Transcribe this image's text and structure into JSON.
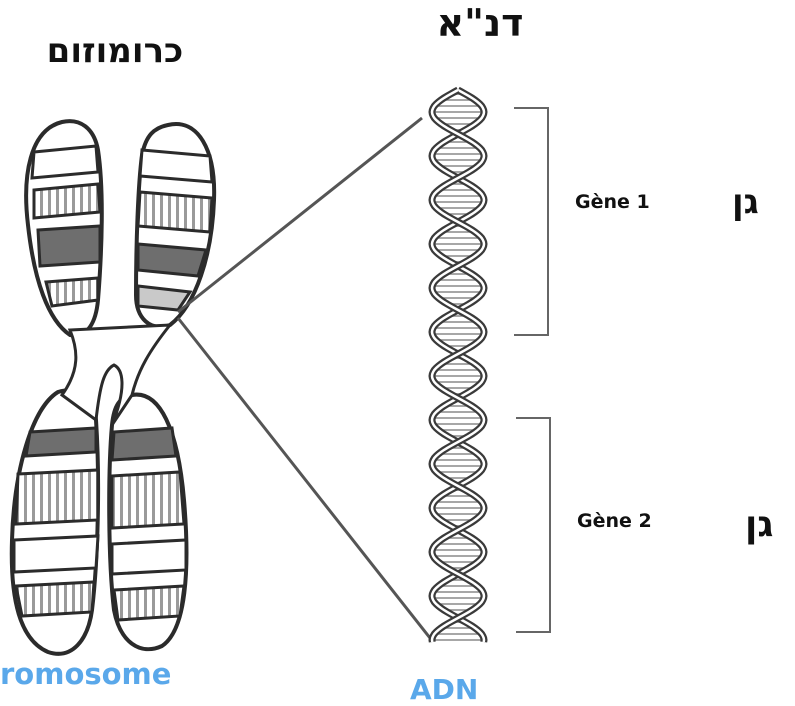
{
  "labels": {
    "chromosome_he": "כרומוזום",
    "dna_he": "דנ\"א",
    "gene_he_1": "גן",
    "gene_he_2": "גן",
    "gene_fr_1": "Gène 1",
    "gene_fr_2": "Gène 2",
    "chromosome_fr": "romosome",
    "dna_fr": "ADN"
  },
  "colors": {
    "text": "#111111",
    "blue_label": "#5aa8ea",
    "outline": "#2b2b2b",
    "band_dark": "#6e6e6e",
    "band_light": "#c9c9c9",
    "strand": "#3a3a3a",
    "bracket": "#666666",
    "zoom_line": "#555555"
  }
}
